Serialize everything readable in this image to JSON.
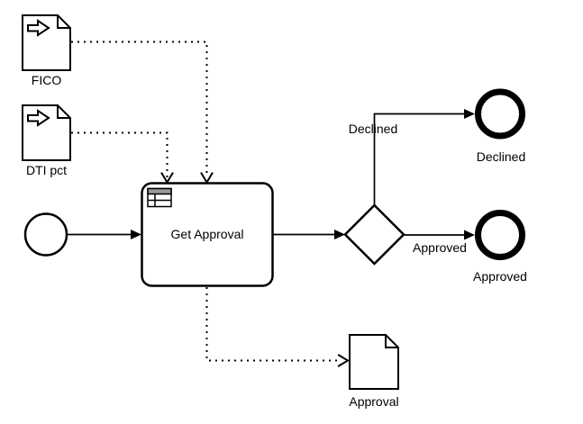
{
  "diagram": {
    "type": "bpmn-process",
    "colors": {
      "background": "#ffffff",
      "stroke": "#000000",
      "task_icon_header_fill": "#999999"
    },
    "nodes": {
      "fico": {
        "type": "data-input",
        "label": "FICO"
      },
      "dti_pct": {
        "type": "data-input",
        "label": "DTI pct"
      },
      "start_event": {
        "type": "start-event",
        "label": ""
      },
      "get_approval_task": {
        "type": "business-rule-task",
        "label": "Get Approval"
      },
      "decision_gateway": {
        "type": "exclusive-gateway",
        "label": ""
      },
      "declined_end_event": {
        "type": "end-event",
        "label": "Declined"
      },
      "approved_end_event": {
        "type": "end-event",
        "label": "Approved"
      },
      "approval_data_object": {
        "type": "data-object",
        "label": "Approval"
      }
    },
    "flows": [
      {
        "from": "start_event",
        "to": "get_approval_task",
        "type": "sequence-flow",
        "label": ""
      },
      {
        "from": "get_approval_task",
        "to": "decision_gateway",
        "type": "sequence-flow",
        "label": ""
      },
      {
        "from": "decision_gateway",
        "to": "declined_end_event",
        "type": "sequence-flow",
        "label": "Declined"
      },
      {
        "from": "decision_gateway",
        "to": "approved_end_event",
        "type": "sequence-flow",
        "label": "Approved"
      },
      {
        "from": "fico",
        "to": "get_approval_task",
        "type": "data-association",
        "label": ""
      },
      {
        "from": "dti_pct",
        "to": "get_approval_task",
        "type": "data-association",
        "label": ""
      },
      {
        "from": "get_approval_task",
        "to": "approval_data_object",
        "type": "data-association",
        "label": ""
      }
    ]
  }
}
